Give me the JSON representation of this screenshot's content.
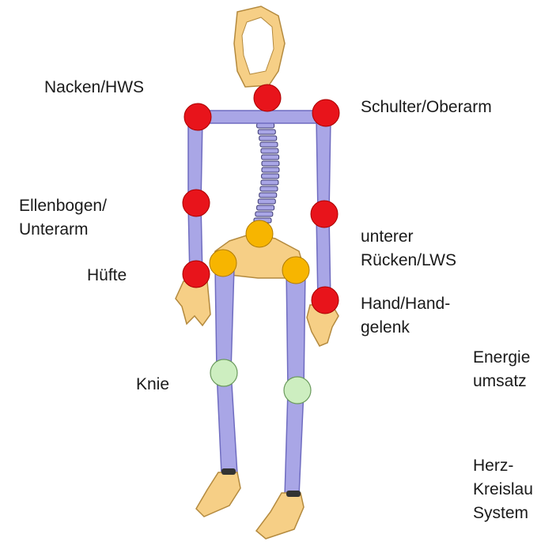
{
  "labels": {
    "neck": "Nacken/HWS",
    "shoulder": "Schulter/Oberarm",
    "elbow": [
      "Ellenbogen/",
      "Unterarm"
    ],
    "lower_back": [
      "unterer",
      "Rücken/LWS"
    ],
    "hip": "Hüfte",
    "hand": [
      "Hand/Hand-",
      "gelenk"
    ],
    "knee": "Knie",
    "energy": [
      "Energie",
      "umsatz"
    ],
    "cardio": [
      "Herz-",
      "Kreislau",
      "System"
    ]
  },
  "colors": {
    "red_joint": "#e8141b",
    "orange_joint": "#f7b500",
    "green_joint": "#cdeec0",
    "bone": "#a9a6e6",
    "bone_edge": "#6f6cc0",
    "skin": "#f6cf86",
    "skin_edge": "#b48a3e"
  }
}
